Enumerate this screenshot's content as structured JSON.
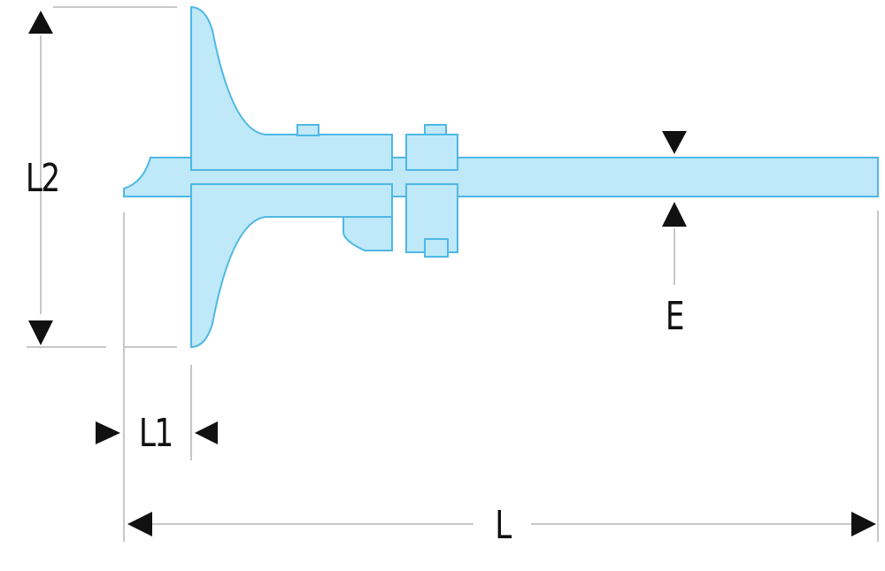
{
  "labels": {
    "L2": "L2",
    "L1": "L1",
    "E": "E",
    "L": "L"
  },
  "colors": {
    "part_fill": "#bfe8f8",
    "part_stroke": "#4fb8e4",
    "dim_line": "#c8c8c8",
    "arrow": "#111111"
  }
}
